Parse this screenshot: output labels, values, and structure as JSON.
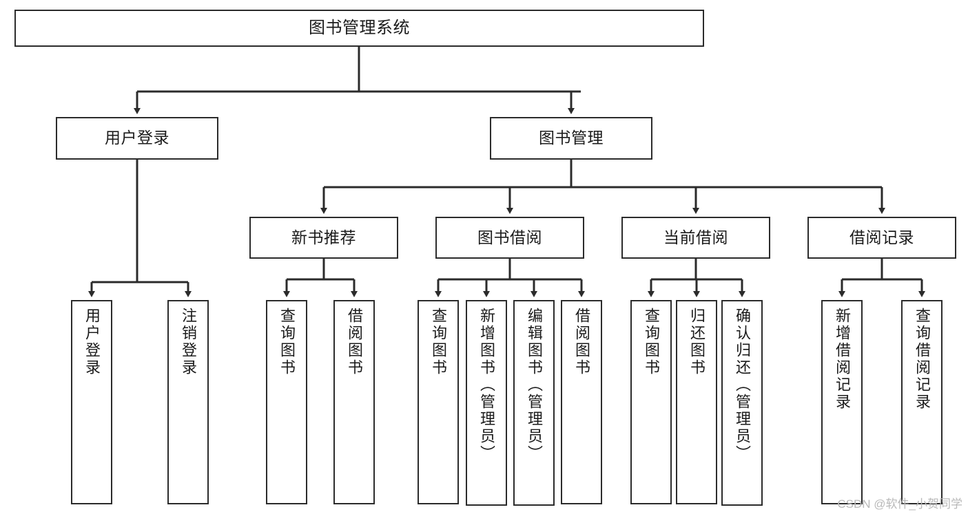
{
  "diagram": {
    "title": "图书管理系统",
    "type": "tree-hierarchy",
    "orientation": "top-down",
    "colors": {
      "box_border": "#2b2b2b",
      "box_fill": "#ffffff",
      "connector": "#2b2b2b",
      "text": "#1b1b1b",
      "watermark": "#b9b9b9",
      "canvas": "#ffffff"
    },
    "root": {
      "label": "图书管理系统"
    },
    "level2": [
      {
        "label": "用户登录"
      },
      {
        "label": "图书管理"
      }
    ],
    "level3": [
      {
        "label": "新书推荐"
      },
      {
        "label": "图书借阅"
      },
      {
        "label": "当前借阅"
      },
      {
        "label": "借阅记录"
      }
    ],
    "leaves": {
      "user_login": [
        {
          "label": "用户登录"
        },
        {
          "label": "注销登录"
        }
      ],
      "new_book_recommend": [
        {
          "label": "查询图书"
        },
        {
          "label": "借阅图书"
        }
      ],
      "book_borrow": [
        {
          "label": "查询图书"
        },
        {
          "label": "新增图书（管理员）"
        },
        {
          "label": "编辑图书（管理员）"
        },
        {
          "label": "借阅图书"
        }
      ],
      "current_borrow": [
        {
          "label": "查询图书"
        },
        {
          "label": "归还图书"
        },
        {
          "label": "确认归还（管理员）"
        }
      ],
      "borrow_record": [
        {
          "label": "新增借阅记录"
        },
        {
          "label": "查询借阅记录"
        }
      ]
    }
  },
  "watermark": {
    "text": "CSDN @软件_小贺同学"
  }
}
